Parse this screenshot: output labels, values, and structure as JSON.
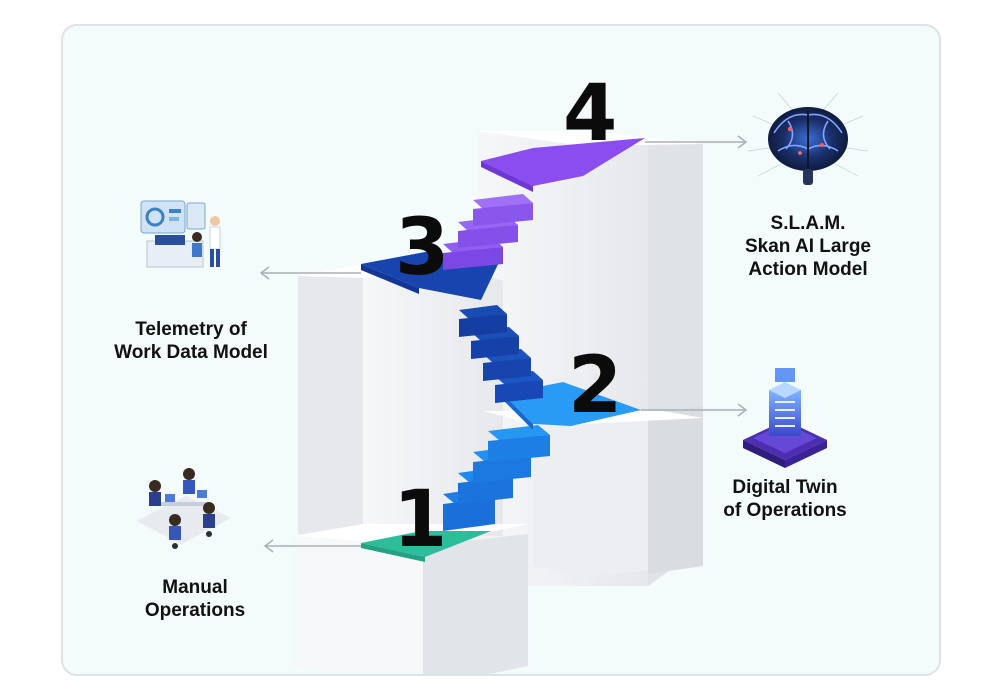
{
  "stages": [
    {
      "number": "1",
      "label_lines": [
        "Manual",
        "Operations"
      ],
      "icon": "office-workers-icon",
      "step_color": "#2ebd9b"
    },
    {
      "number": "2",
      "label_lines": [
        "Digital Twin",
        "of Operations"
      ],
      "icon": "server-platform-icon",
      "step_color": "#1f86ec"
    },
    {
      "number": "3",
      "label_lines": [
        "Telemetry of",
        "Work Data Model"
      ],
      "icon": "dashboard-analysts-icon",
      "step_color": "#1844b0"
    },
    {
      "number": "4",
      "label_lines": [
        "S.L.A.M.",
        "Skan AI Large",
        "Action Model"
      ],
      "icon": "ai-brain-icon",
      "step_color": "#8a4df0"
    }
  ],
  "colors": {
    "card_bg": "#f3fbfb",
    "card_border": "#dde3e6",
    "wall_light": "#f3f4f6",
    "wall_mid": "#e2e4e8",
    "wall_dark": "#cfd2d8",
    "connector": "#a9b0b6"
  }
}
